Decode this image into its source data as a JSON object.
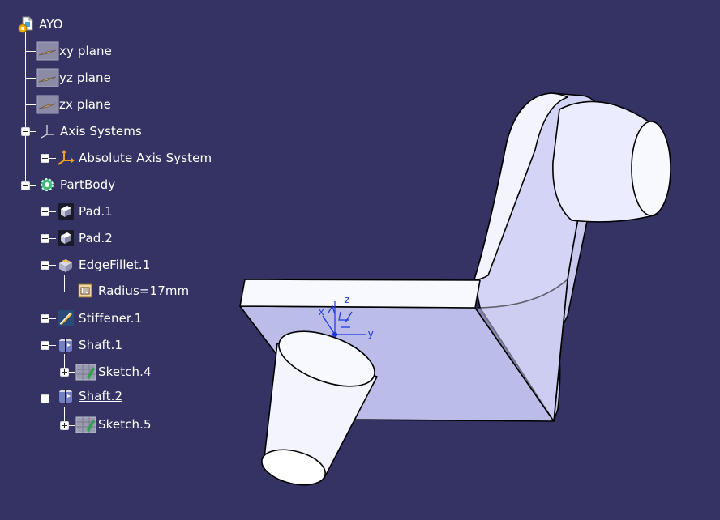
{
  "tree": {
    "root": {
      "label": "AYO",
      "icon": "part-document-icon"
    },
    "planes": [
      {
        "label": "xy plane",
        "icon": "plane-icon"
      },
      {
        "label": "yz plane",
        "icon": "plane-icon"
      },
      {
        "label": "zx plane",
        "icon": "plane-icon"
      }
    ],
    "axis_systems": {
      "label": "Axis Systems",
      "icon": "axis-systems-icon"
    },
    "absolute_axis": {
      "label": "Absolute Axis System",
      "icon": "axis-system-icon"
    },
    "partbody": {
      "label": "PartBody",
      "icon": "partbody-gear-icon"
    },
    "pad1": {
      "label": "Pad.1",
      "icon": "pad-icon"
    },
    "pad2": {
      "label": "Pad.2",
      "icon": "pad-icon"
    },
    "edgefillet": {
      "label": "EdgeFillet.1",
      "icon": "edge-fillet-icon"
    },
    "radius": {
      "label": "Radius=17mm",
      "icon": "parameter-icon"
    },
    "stiffener": {
      "label": "Stiffener.1",
      "icon": "stiffener-icon"
    },
    "shaft1": {
      "label": "Shaft.1",
      "icon": "shaft-icon"
    },
    "sketch4": {
      "label": "Sketch.4",
      "icon": "sketch-icon"
    },
    "shaft2": {
      "label": "Shaft.2",
      "icon": "shaft-icon"
    },
    "sketch5": {
      "label": "Sketch.5",
      "icon": "sketch-icon"
    }
  },
  "viewport": {
    "compass": {
      "x_label": "x",
      "y_label": "y",
      "z_label": "z"
    }
  },
  "colors": {
    "background": "#353363",
    "part_face_light": "#f6f6ff",
    "part_face_mid": "#d2d2f4",
    "part_face_dark": "#b8b8e6",
    "axis_blue": "#1a36e0"
  }
}
